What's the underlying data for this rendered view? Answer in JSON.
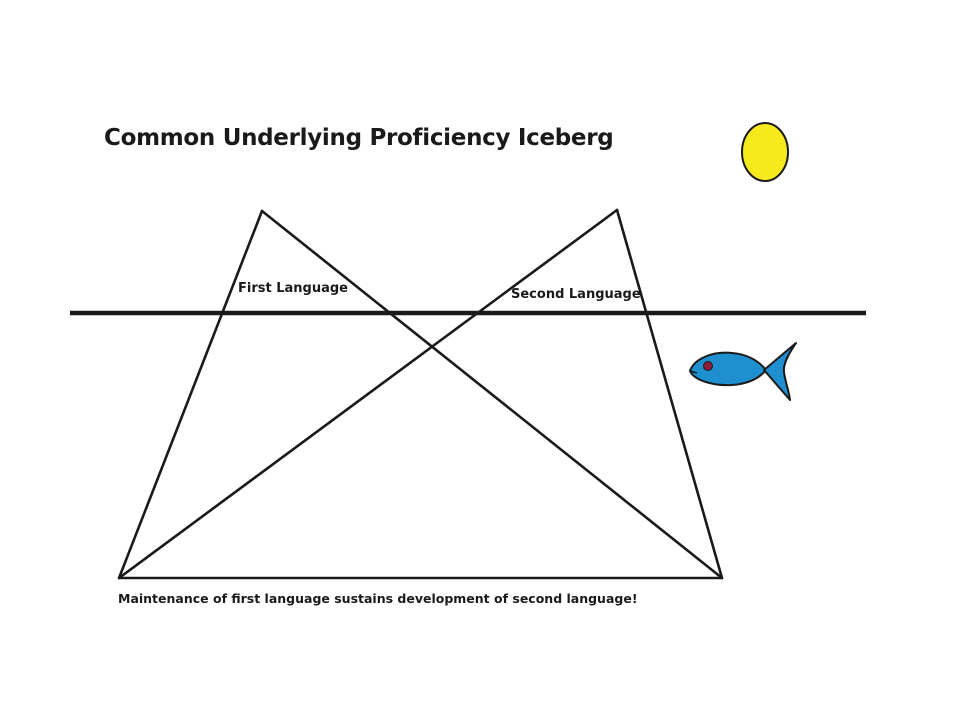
{
  "title": "Common Underlying Proficiency Iceberg",
  "labels": {
    "first_language": "First Language",
    "second_language": "Second Language"
  },
  "caption": "Maintenance of first language sustains development of second language!",
  "icons": {
    "sun": "sun-icon",
    "fish": "fish-icon"
  },
  "colors": {
    "line": "#1a1a1a",
    "sun_fill": "#f7ea1c",
    "fish_fill": "#1f8fd0",
    "fish_eye": "#8b1c3a"
  }
}
